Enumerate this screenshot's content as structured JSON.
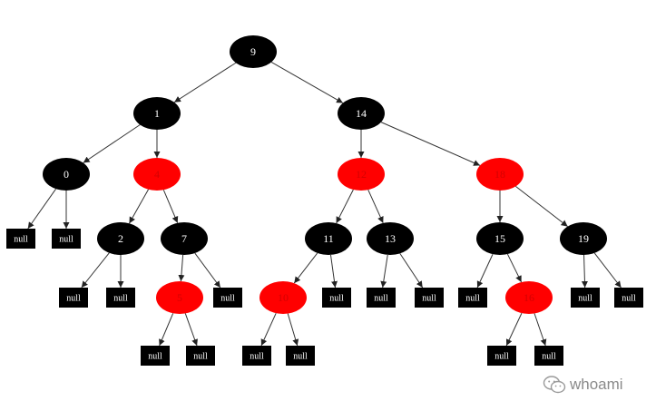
{
  "colors": {
    "black": "#000000",
    "red": "#ff0000",
    "red_text": "#d40000",
    "edge": "#333333",
    "watermark": "#8a8a8a"
  },
  "null_label": "null",
  "nodes": [
    {
      "id": "n9",
      "label": "9",
      "color": "black"
    },
    {
      "id": "n1",
      "label": "1",
      "color": "black"
    },
    {
      "id": "n14",
      "label": "14",
      "color": "black"
    },
    {
      "id": "n0",
      "label": "0",
      "color": "black"
    },
    {
      "id": "n4",
      "label": "4",
      "color": "red"
    },
    {
      "id": "n12",
      "label": "12",
      "color": "red"
    },
    {
      "id": "n18",
      "label": "18",
      "color": "red"
    },
    {
      "id": "n2",
      "label": "2",
      "color": "black"
    },
    {
      "id": "n7",
      "label": "7",
      "color": "black"
    },
    {
      "id": "n11",
      "label": "11",
      "color": "black"
    },
    {
      "id": "n13",
      "label": "13",
      "color": "black"
    },
    {
      "id": "n15",
      "label": "15",
      "color": "black"
    },
    {
      "id": "n19",
      "label": "19",
      "color": "black"
    },
    {
      "id": "n5",
      "label": "5",
      "color": "red"
    },
    {
      "id": "n10",
      "label": "10",
      "color": "red"
    },
    {
      "id": "n16",
      "label": "16",
      "color": "red"
    }
  ],
  "edges": [
    [
      "n9",
      "n1"
    ],
    [
      "n9",
      "n14"
    ],
    [
      "n1",
      "n0"
    ],
    [
      "n1",
      "n4"
    ],
    [
      "n14",
      "n12"
    ],
    [
      "n14",
      "n18"
    ],
    [
      "n0",
      "null_a"
    ],
    [
      "n0",
      "null_b"
    ],
    [
      "n4",
      "n2"
    ],
    [
      "n4",
      "n7"
    ],
    [
      "n12",
      "n11"
    ],
    [
      "n12",
      "n13"
    ],
    [
      "n18",
      "n15"
    ],
    [
      "n18",
      "n19"
    ],
    [
      "n2",
      "null_c"
    ],
    [
      "n2",
      "null_d"
    ],
    [
      "n7",
      "n5"
    ],
    [
      "n7",
      "null_e"
    ],
    [
      "n11",
      "n10"
    ],
    [
      "n11",
      "null_f"
    ],
    [
      "n13",
      "null_g"
    ],
    [
      "n13",
      "null_h"
    ],
    [
      "n15",
      "null_i"
    ],
    [
      "n15",
      "n16"
    ],
    [
      "n19",
      "null_j"
    ],
    [
      "n19",
      "null_k"
    ],
    [
      "n5",
      "null_l"
    ],
    [
      "n5",
      "null_m"
    ],
    [
      "n10",
      "null_n"
    ],
    [
      "n10",
      "null_o"
    ],
    [
      "n16",
      "null_p"
    ],
    [
      "n16",
      "null_q"
    ]
  ],
  "watermark": {
    "text": "whoami",
    "icon": "wechat-icon"
  }
}
